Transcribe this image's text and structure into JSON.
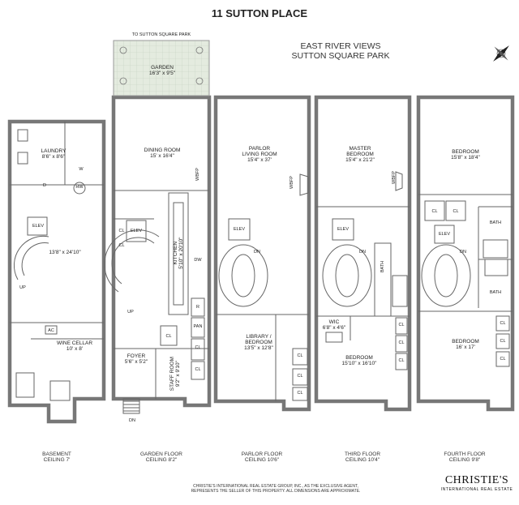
{
  "title": "11 SUTTON PLACE",
  "views": {
    "line1": "EAST RIVER VIEWS",
    "line2": "SUTTON SQUARE PARK"
  },
  "to_park": "TO SUTTON SQUARE PARK",
  "rooms": {
    "garden": {
      "name": "GARDEN",
      "dim": "16'3\" x 9'5\""
    },
    "laundry": {
      "name": "LAUNDRY",
      "dim": "8'6\" x 8'6\""
    },
    "basement_main": {
      "dim": "13'8\" x 24'10\""
    },
    "wine_cellar": {
      "name": "WINE CELLAR",
      "dim": "10' x 8'"
    },
    "dining": {
      "name": "DINING ROOM",
      "dim": "15' x 16'4\""
    },
    "kitchen": {
      "name": "KITCHEN",
      "dim": "5'10\" x 20'10\""
    },
    "foyer": {
      "name": "FOYER",
      "dim": "5'6\" x 5'2\""
    },
    "staff": {
      "name": "STAFF ROOM",
      "dim": "9'2\" x 9'10\""
    },
    "parlor": {
      "name1": "PARLOR",
      "name2": "LIVING ROOM",
      "dim": "15'4\" x 37'"
    },
    "library": {
      "name1": "LIBRARY /",
      "name2": "BEDROOM",
      "dim": "13'5\" x 12'8\""
    },
    "master": {
      "name1": "MASTER",
      "name2": "BEDROOM",
      "dim": "15'4\" x 21'2\""
    },
    "wic": {
      "name": "WIC",
      "dim": "6'8\" x 4'6\""
    },
    "third_bed": {
      "name": "BEDROOM",
      "dim": "15'10\" x 16'10\""
    },
    "fourth_bed_top": {
      "name": "BEDROOM",
      "dim": "15'8\" x 18'4\""
    },
    "fourth_bed_bottom": {
      "name": "BEDROOM",
      "dim": "16' x 17'"
    }
  },
  "labels": {
    "elev": "ELEV",
    "cl": "CL",
    "bath": "BATH",
    "wbfp": "WBFP",
    "hw": "HW",
    "w": "W",
    "d": "D",
    "ac": "AC",
    "dw": "DW",
    "r": "R",
    "pan": "PAN",
    "up": "UP",
    "dn": "DN"
  },
  "floors": [
    {
      "name": "BASEMENT",
      "ceiling": "CEILING 7'"
    },
    {
      "name": "GARDEN FLOOR",
      "ceiling": "CEILING 8'2\""
    },
    {
      "name": "PARLOR FLOOR",
      "ceiling": "CEILING 10'6\""
    },
    {
      "name": "THIRD FLOOR",
      "ceiling": "CEILING 10'4\""
    },
    {
      "name": "FOURTH FLOOR",
      "ceiling": "CEILING 9'8\""
    }
  ],
  "disclaimer": {
    "line1": "CHRISTIE'S INTERNATIONAL REAL ESTATE GROUP, INC., AS THE EXCLUSIVE AGENT,",
    "line2": "REPRESENTS THE SELLER OF THIS PROPERTY. ALL DIMENSIONS ARE APPROXIMATE."
  },
  "brand": {
    "name": "CHRISTIE'S",
    "sub": "INTERNATIONAL REAL ESTATE"
  },
  "colors": {
    "wall": "#8a8a8a",
    "line": "#666666",
    "garden": "#dfe8d8"
  }
}
